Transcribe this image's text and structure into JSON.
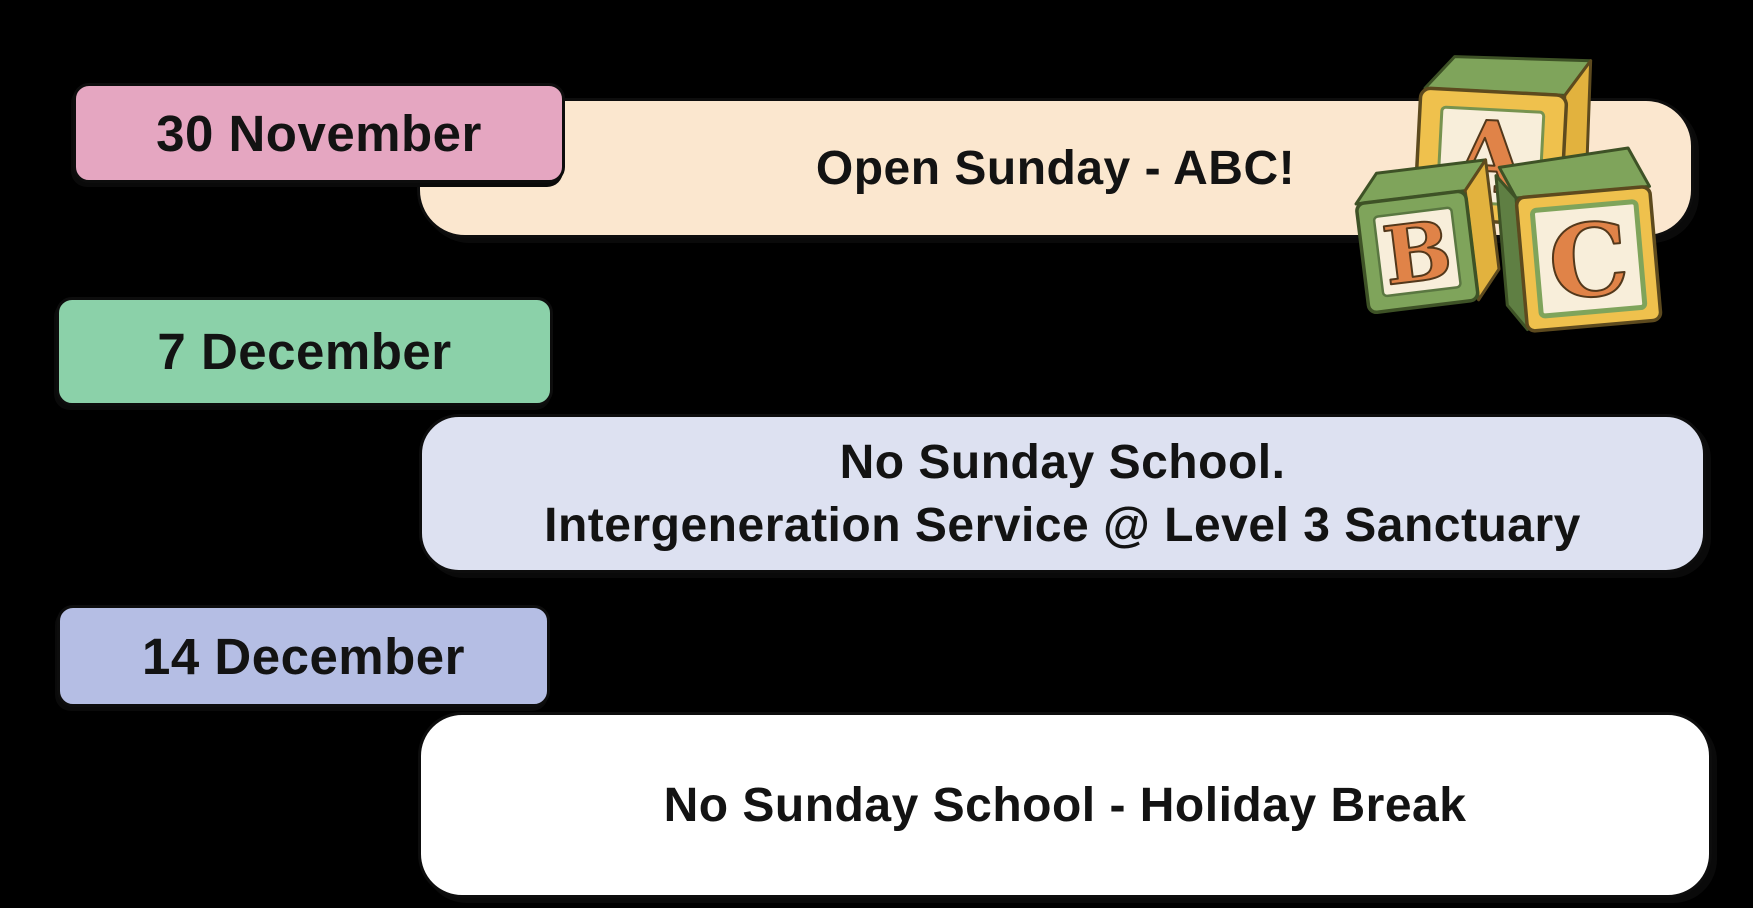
{
  "page": {
    "background": "#000000",
    "text_color": "#131313",
    "outline_color": "#0d0d0d"
  },
  "events": [
    {
      "date": "30 November",
      "badge_color": "#E5A6C1",
      "box_color": "#FBE7CF",
      "lines": [
        "Open Sunday - ABC!"
      ]
    },
    {
      "date": "7 December",
      "badge_color": "#8BD1A9",
      "box_color": "#DDE1F1",
      "lines": [
        "No Sunday School.",
        "Intergeneration Service @ Level 3 Sanctuary"
      ]
    },
    {
      "date": "14 December",
      "badge_color": "#B5BEE4",
      "box_color": "#FFFFFF",
      "lines": [
        "No Sunday School - Holiday Break"
      ]
    }
  ],
  "illustration": {
    "name": "abc-toy-blocks",
    "letters": [
      "A",
      "B",
      "C"
    ],
    "colors": {
      "yellow": "#EFC14D",
      "yellow_side": "#E2B23E",
      "green": "#7FA45B",
      "green_dark": "#5F7F43",
      "cream": "#F8EEDA",
      "letter_orange": "#E08348",
      "outline_brown": "#53381b"
    }
  }
}
